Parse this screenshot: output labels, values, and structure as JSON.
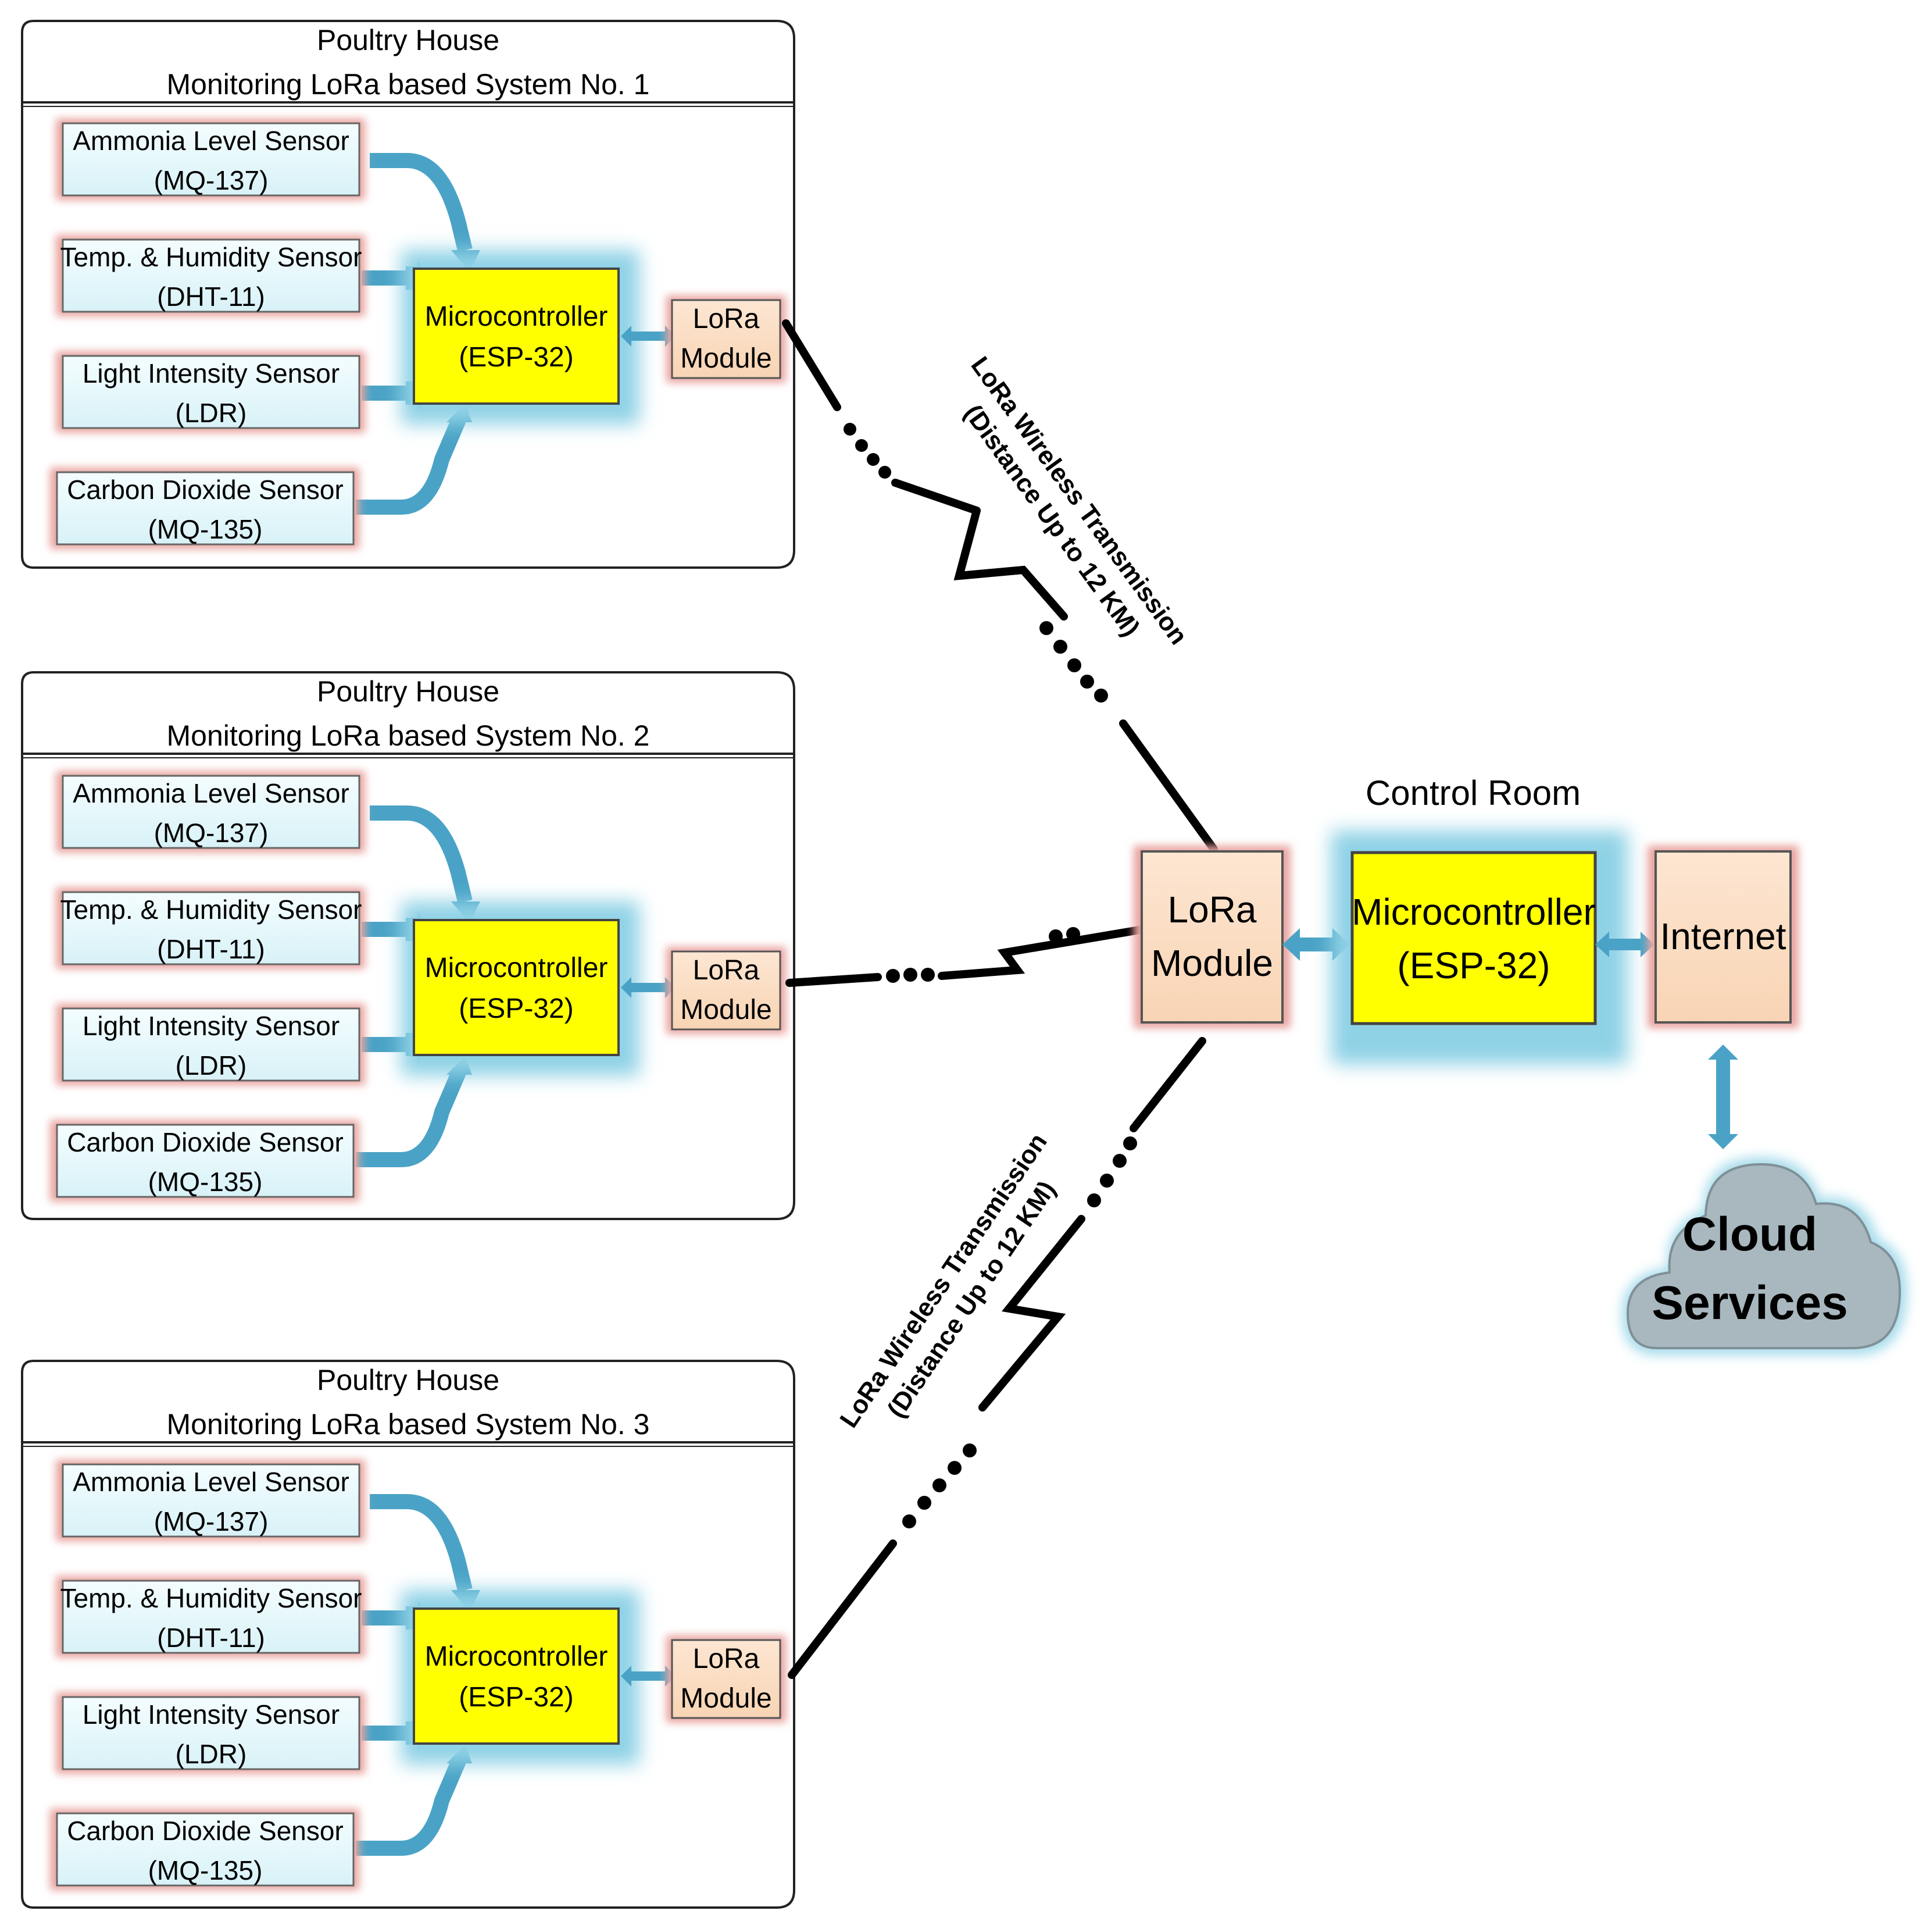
{
  "colors": {
    "sensor_fill": "#e6fafd",
    "sensor_glow": "#e8a4a0",
    "mcu_fill": "#ffff00",
    "mcu_glow": "#8fd2e6",
    "lora_fill": "#fbdcc0",
    "arrow": "#4aa3c6",
    "link": "#000000",
    "cloud": "#a9b8bf"
  },
  "systems": [
    {
      "title_line1": "Poultry House",
      "title_line2": "Monitoring LoRa based System No. 1",
      "sensors": [
        {
          "name": "Ammonia Level Sensor",
          "model": "(MQ-137)"
        },
        {
          "name": "Temp. & Humidity Sensor",
          "model": "(DHT-11)"
        },
        {
          "name": "Light Intensity Sensor",
          "model": "(LDR)"
        },
        {
          "name": "Carbon Dioxide Sensor",
          "model": "(MQ-135)"
        }
      ],
      "mcu_line1": "Microcontroller",
      "mcu_line2": "(ESP-32)",
      "lora_line1": "LoRa",
      "lora_line2": "Module"
    },
    {
      "title_line1": "Poultry House",
      "title_line2": "Monitoring LoRa based System No. 2",
      "sensors": [
        {
          "name": "Ammonia Level Sensor",
          "model": "(MQ-137)"
        },
        {
          "name": "Temp. & Humidity Sensor",
          "model": "(DHT-11)"
        },
        {
          "name": "Light Intensity Sensor",
          "model": "(LDR)"
        },
        {
          "name": "Carbon Dioxide Sensor",
          "model": "(MQ-135)"
        }
      ],
      "mcu_line1": "Microcontroller",
      "mcu_line2": "(ESP-32)",
      "lora_line1": "LoRa",
      "lora_line2": "Module"
    },
    {
      "title_line1": "Poultry House",
      "title_line2": "Monitoring LoRa based System No. 3",
      "sensors": [
        {
          "name": "Ammonia Level Sensor",
          "model": "(MQ-137)"
        },
        {
          "name": "Temp. & Humidity Sensor",
          "model": "(DHT-11)"
        },
        {
          "name": "Light Intensity Sensor",
          "model": "(LDR)"
        },
        {
          "name": "Carbon Dioxide Sensor",
          "model": "(MQ-135)"
        }
      ],
      "mcu_line1": "Microcontroller",
      "mcu_line2": "(ESP-32)",
      "lora_line1": "LoRa",
      "lora_line2": "Module"
    }
  ],
  "control_room": {
    "title": "Control Room",
    "lora_line1": "LoRa",
    "lora_line2": "Module",
    "mcu_line1": "Microcontroller",
    "mcu_line2": "(ESP-32)",
    "internet": "Internet",
    "cloud_line1": "Cloud",
    "cloud_line2": "Services"
  },
  "links": {
    "top_line1": "LoRa Wireless Transmission",
    "top_line2": "(Distance Up to 12 KM)",
    "bottom_line1": "LoRa Wireless Transmission",
    "bottom_line2": "(Distance Up to 12 KM)"
  }
}
